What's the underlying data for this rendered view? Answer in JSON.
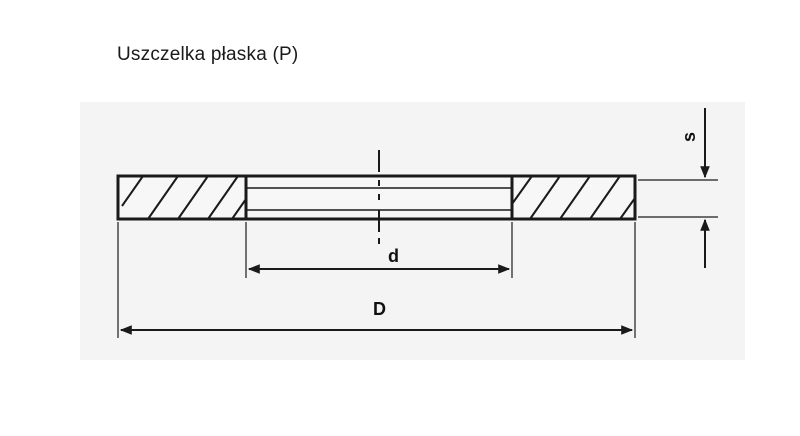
{
  "title": "Uszczelka płaska (P)",
  "labels": {
    "inner_diameter": "d",
    "outer_diameter": "D",
    "thickness": "s"
  },
  "colors": {
    "line": "#1a1a1a",
    "panel": "#f4f4f4",
    "background": "#ffffff"
  }
}
